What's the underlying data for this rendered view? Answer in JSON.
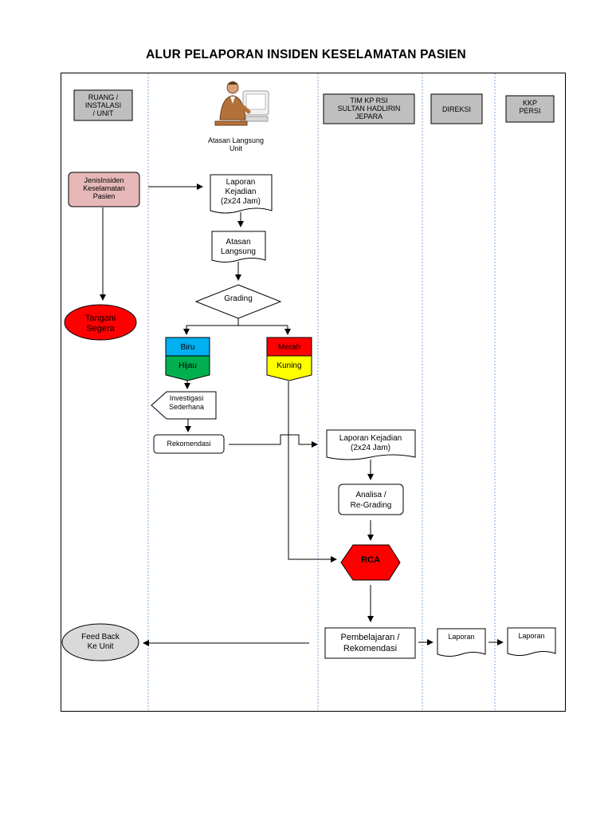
{
  "title": "ALUR PELAPORAN INSIDEN KESELAMATAN PASIEN",
  "lanes": {
    "unit": [
      "RUANG /",
      "INSTALASI",
      "/ UNIT"
    ],
    "supervisor": [
      "Atasan Langsung",
      "Unit"
    ],
    "tim": [
      "TIM KP RSI",
      "SULTAN HADLIRIN",
      "JEPARA"
    ],
    "direksi": [
      "DIREKSI"
    ],
    "kkp": [
      "KKP",
      "PERSI"
    ]
  },
  "nodes": {
    "jenis_insiden": [
      "JenisInsiden",
      "Keselamatan",
      "Pasien"
    ],
    "tangani_segera": [
      "Tangani",
      "Segera"
    ],
    "laporan_kejadian_1": [
      "Laporan",
      "Kejadian",
      "(2x24 Jam)"
    ],
    "atasan_langsung": [
      "Atasan",
      "Langsung"
    ],
    "grading": "Grading",
    "biru": "Biru",
    "hijau": "Hijau",
    "merah": "Merah",
    "kuning": "Kuning",
    "investigasi": [
      "Investigasi",
      "Sederhana"
    ],
    "rekomendasi": "Rekomendasi",
    "laporan_kejadian_2": [
      "Laporan Kejadian",
      "(2x24 Jam)"
    ],
    "analisa": [
      "Analisa /",
      "Re-Grading"
    ],
    "rca": "RCA",
    "pembelajaran": [
      "Pembelajaran /",
      "Rekomendasi"
    ],
    "laporan_direksi": "Laporan",
    "laporan_kkp": "Laporan",
    "feed_back": [
      "Feed Back",
      "Ke Unit"
    ]
  },
  "colors": {
    "jenis_insiden_fill": "#e6b8b8",
    "lane_header_fill": "#bfbfbf",
    "tangani_fill": "#ff0000",
    "biru": "#00b0f0",
    "hijau": "#00b050",
    "merah": "#ff0000",
    "kuning": "#ffff00",
    "rca_fill": "#ff0000",
    "feed_back_fill": "#d9d9d9"
  },
  "icons": [
    "office-worker-icon"
  ]
}
